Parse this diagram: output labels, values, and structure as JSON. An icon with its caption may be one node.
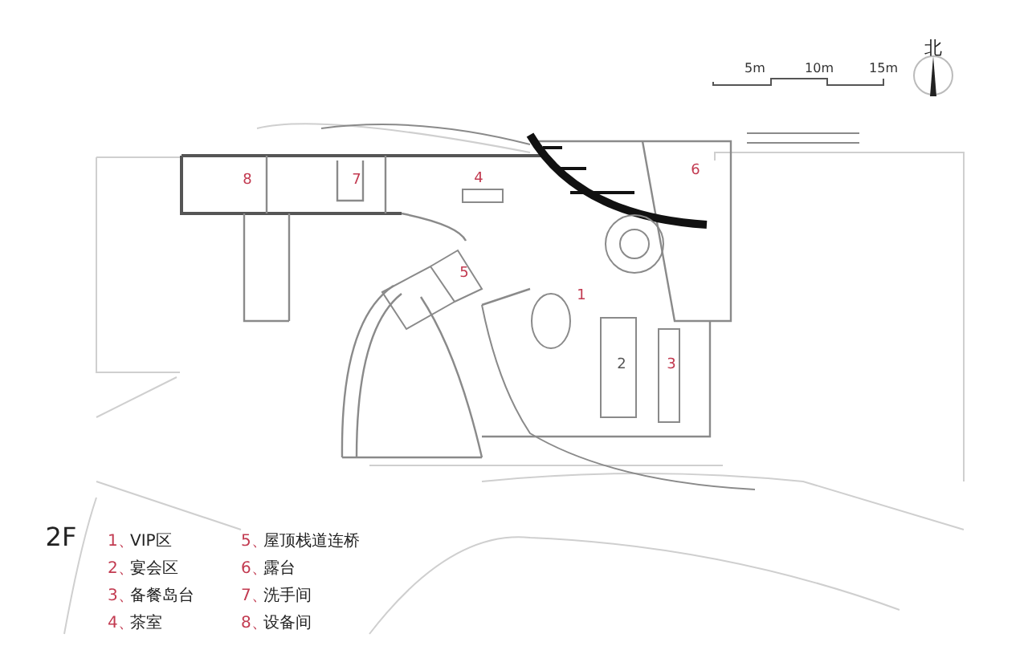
{
  "diagram": {
    "labels": [
      "北",
      "5m",
      "10m",
      "15m",
      "6",
      "8",
      "7",
      "4",
      "5",
      "1",
      "2",
      "3",
      "2F",
      "1、",
      "VIP区",
      "5、",
      "屋顶栈道连桥",
      "2、",
      "宴会区",
      "6、",
      "露台",
      "3、",
      "备餐岛台",
      "7、",
      "洗手间",
      "4、",
      "茶室",
      "8、",
      "设备间"
    ]
  }
}
